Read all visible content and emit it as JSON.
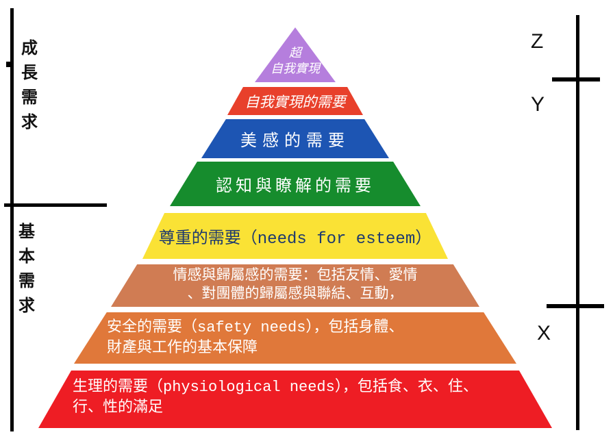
{
  "left_axis": {
    "growth_chars": [
      "成",
      "長",
      "需",
      "求"
    ],
    "basic_chars": [
      "基",
      "本",
      "需",
      "求"
    ],
    "line_color": "#000000"
  },
  "right_axis": {
    "z": "Z",
    "y": "Y",
    "x": "X",
    "line_color": "#000000"
  },
  "pyramid": {
    "levels": [
      {
        "id": "transcendence",
        "lines": [
          "超",
          "自我實現"
        ],
        "color": "#b57edd",
        "text_color": "#ffffff"
      },
      {
        "id": "self-actualization",
        "lines": [
          "自我實現的需要"
        ],
        "color": "#e8402b",
        "text_color": "#ffffff"
      },
      {
        "id": "aesthetic",
        "lines": [
          "美感的需要"
        ],
        "color": "#1d55b3",
        "text_color": "#ffffff"
      },
      {
        "id": "cognitive",
        "lines": [
          "認知與瞭解的需要"
        ],
        "color": "#168c2d",
        "text_color": "#ffffff"
      },
      {
        "id": "esteem",
        "lines": [
          "尊重的需要（needs for esteem）"
        ],
        "color": "#fae235",
        "text_color": "#1e3a6e"
      },
      {
        "id": "love-belonging",
        "lines": [
          "情感與歸屬感的需要：包括友情、愛情",
          "、對團體的歸屬感與聯結、互動，"
        ],
        "color": "#d07c53",
        "text_color": "#ffffff"
      },
      {
        "id": "safety",
        "lines": [
          "安全的需要（safety needs），包括身體、",
          "財產與工作的基本保障"
        ],
        "color": "#e0783a",
        "text_color": "#ffffff"
      },
      {
        "id": "physiological",
        "lines": [
          "生理的需要（physiological needs），包括食、衣、住、",
          "行、性的滿足"
        ],
        "color": "#ee1d24",
        "text_color": "#ffffff"
      }
    ]
  }
}
